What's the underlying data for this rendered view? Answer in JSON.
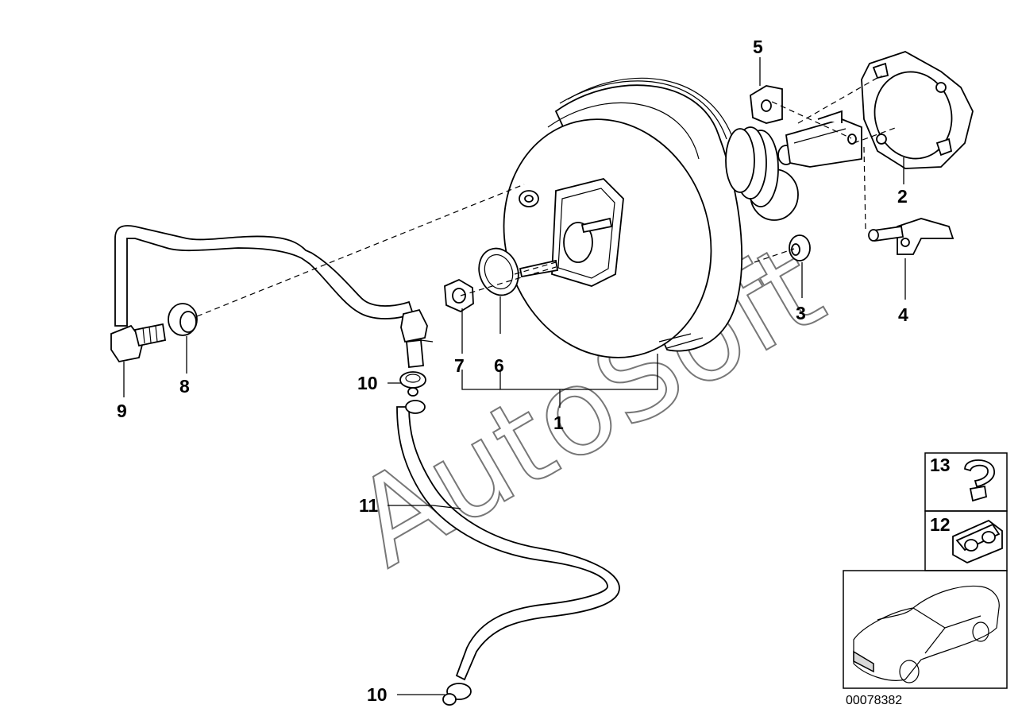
{
  "callouts": {
    "c1": "1",
    "c2": "2",
    "c3": "3",
    "c4": "4",
    "c5": "5",
    "c6": "6",
    "c7": "7",
    "c8": "8",
    "c9": "9",
    "c10a": "10",
    "c10b": "10",
    "c11": "11",
    "c12": "12",
    "c13": "13"
  },
  "watermark": "AutoSoft",
  "diagram_id": "00078382"
}
